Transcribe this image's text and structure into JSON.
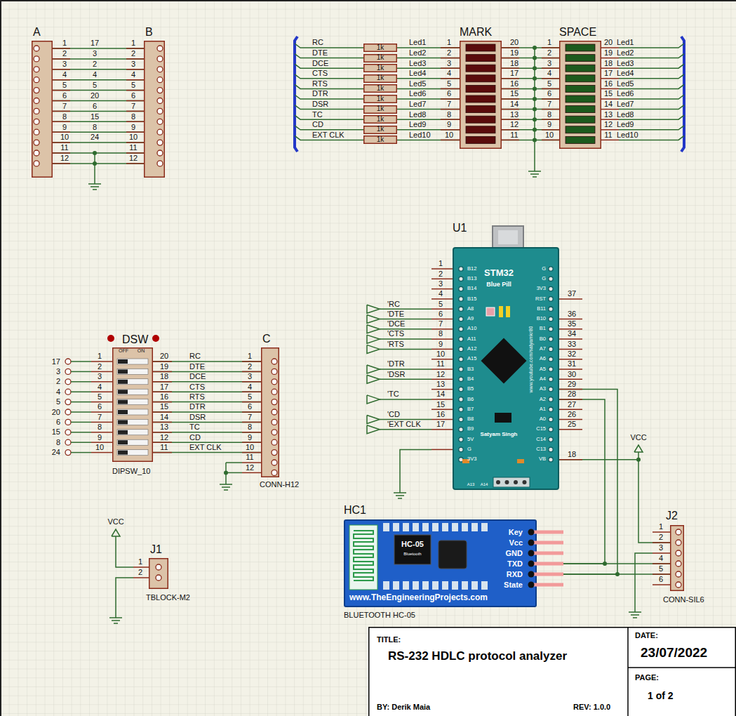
{
  "diagram": {
    "title": "RS-232 HDLC protocol analyzer",
    "nodes": [
      {
        "text": [
          "A"
        ]
      },
      {
        "text": [
          "B"
        ]
      },
      {
        "text": [
          "1k"
        ]
      },
      {
        "text": [
          "1k"
        ]
      },
      {
        "text": [
          "1k"
        ]
      },
      {
        "text": [
          "1k"
        ]
      },
      {
        "text": [
          "1k"
        ]
      },
      {
        "text": [
          "1k"
        ]
      },
      {
        "text": [
          "1k"
        ]
      },
      {
        "text": [
          "1k"
        ]
      },
      {
        "text": [
          "1k"
        ]
      },
      {
        "text": [
          "1k"
        ]
      },
      {
        "text": [
          "MARK"
        ]
      },
      {
        "text": [
          "SPACE"
        ]
      },
      {
        "text": [
          "U1",
          "STM32",
          "Blue Pill",
          "www.youtube.com/satyamkr80",
          "Satyam Singh"
        ]
      },
      {
        "text": [
          "DSW",
          "OFF",
          "ON",
          "DIPSW_10"
        ]
      },
      {
        "text": [
          "C",
          "CONN-H12"
        ]
      },
      {
        "text": [
          "J1",
          "TBLOCK-M2"
        ]
      },
      {
        "text": [
          "HC1",
          "HC-05",
          "Bluetooth",
          "www.TheEngineeringProjects.com",
          "BLUETOOTH HC-05"
        ]
      },
      {
        "text": [
          "J2",
          "CONN-SIL6"
        ]
      },
      {
        "text": [
          "TITLE:",
          "DATE:",
          "23/07/2022",
          "PAGE:",
          "1 of 2",
          "BY: Derik Maia",
          "REV: 1.0.0"
        ]
      }
    ],
    "edges": [
      {
        "from": 0,
        "to": 1,
        "arrow": "none",
        "label": "17"
      },
      {
        "from": 0,
        "to": 1,
        "arrow": "none",
        "label": "3"
      },
      {
        "from": 0,
        "to": 1,
        "arrow": "none",
        "label": "2"
      },
      {
        "from": 0,
        "to": 1,
        "arrow": "none",
        "label": "4"
      },
      {
        "from": 0,
        "to": 1,
        "arrow": "none",
        "label": "5"
      },
      {
        "from": 0,
        "to": 1,
        "arrow": "none",
        "label": "20"
      },
      {
        "from": 0,
        "to": 1,
        "arrow": "none",
        "label": "6"
      },
      {
        "from": 0,
        "to": 1,
        "arrow": "none",
        "label": "15"
      },
      {
        "from": 0,
        "to": 1,
        "arrow": "none",
        "label": "8"
      },
      {
        "from": 0,
        "to": 1,
        "arrow": "none",
        "label": "24"
      },
      {
        "from": 0,
        "to": 1,
        "arrow": "none"
      },
      {
        "from": 0,
        "to": 1,
        "arrow": "none"
      },
      {
        "from": 2,
        "to": 12,
        "arrow": "none",
        "label": "Led1"
      },
      {
        "from": 3,
        "to": 12,
        "arrow": "none",
        "label": "Led2"
      },
      {
        "from": 4,
        "to": 12,
        "arrow": "none",
        "label": "Led3"
      },
      {
        "from": 5,
        "to": 12,
        "arrow": "none",
        "label": "Led4"
      },
      {
        "from": 6,
        "to": 12,
        "arrow": "none",
        "label": "Led5"
      },
      {
        "from": 7,
        "to": 12,
        "arrow": "none",
        "label": "Led6"
      },
      {
        "from": 8,
        "to": 12,
        "arrow": "none",
        "label": "Led7"
      },
      {
        "from": 9,
        "to": 12,
        "arrow": "none",
        "label": "Led8"
      },
      {
        "from": 10,
        "to": 12,
        "arrow": "none",
        "label": "Led9"
      },
      {
        "from": 11,
        "to": 12,
        "arrow": "none",
        "label": "Led10"
      },
      {
        "from": 12,
        "to": 13,
        "arrow": "none"
      },
      {
        "from": 12,
        "to": 13,
        "arrow": "none"
      },
      {
        "from": 12,
        "to": 13,
        "arrow": "none"
      },
      {
        "from": 12,
        "to": 13,
        "arrow": "none"
      },
      {
        "from": 12,
        "to": 13,
        "arrow": "none"
      },
      {
        "from": 12,
        "to": 13,
        "arrow": "none"
      },
      {
        "from": 12,
        "to": 13,
        "arrow": "none"
      },
      {
        "from": 12,
        "to": 13,
        "arrow": "none"
      },
      {
        "from": 12,
        "to": 13,
        "arrow": "none"
      },
      {
        "from": 12,
        "to": 13,
        "arrow": "none"
      },
      {
        "from": 15,
        "to": 16,
        "arrow": "none",
        "label": "RC"
      },
      {
        "from": 15,
        "to": 16,
        "arrow": "none",
        "label": "DTE"
      },
      {
        "from": 15,
        "to": 16,
        "arrow": "none",
        "label": "DCE"
      },
      {
        "from": 15,
        "to": 16,
        "arrow": "none",
        "label": "CTS"
      },
      {
        "from": 15,
        "to": 16,
        "arrow": "none",
        "label": "RTS"
      },
      {
        "from": 15,
        "to": 16,
        "arrow": "none",
        "label": "DTR"
      },
      {
        "from": 15,
        "to": 16,
        "arrow": "none",
        "label": "DSR"
      },
      {
        "from": 15,
        "to": 16,
        "arrow": "none",
        "label": "TC"
      },
      {
        "from": 15,
        "to": 16,
        "arrow": "none",
        "label": "CD"
      },
      {
        "from": 15,
        "to": 16,
        "arrow": "none",
        "label": "EXT CLK"
      },
      {
        "from": 14,
        "to": 18,
        "arrow": "none"
      },
      {
        "from": 14,
        "to": 18,
        "arrow": "none"
      },
      {
        "from": 18,
        "to": 19,
        "arrow": "none"
      },
      {
        "from": 18,
        "to": 19,
        "arrow": "none"
      },
      {
        "from": 14,
        "to": 19,
        "arrow": "none"
      }
    ],
    "labels": [
      "1",
      "2",
      "3",
      "4",
      "5",
      "6",
      "7",
      "8",
      "9",
      "10",
      "11",
      "12",
      "1",
      "2",
      "3",
      "4",
      "5",
      "6",
      "7",
      "8",
      "9",
      "10",
      "11",
      "12",
      "RC",
      "DTE",
      "DCE",
      "CTS",
      "RTS",
      "DTR",
      "DSR",
      "TC",
      "CD",
      "EXT CLK",
      "1",
      "2",
      "3",
      "4",
      "5",
      "6",
      "7",
      "8",
      "9",
      "10",
      "20",
      "19",
      "18",
      "17",
      "16",
      "15",
      "14",
      "13",
      "12",
      "11",
      "1",
      "2",
      "3",
      "4",
      "5",
      "6",
      "7",
      "8",
      "9",
      "10",
      "20",
      "19",
      "18",
      "17",
      "16",
      "15",
      "14",
      "13",
      "12",
      "11",
      "Led1",
      "Led2",
      "Led3",
      "Led4",
      "Led5",
      "Led6",
      "Led7",
      "Led8",
      "Led9",
      "Led10",
      "17",
      "3",
      "2",
      "4",
      "5",
      "20",
      "6",
      "15",
      "8",
      "24",
      "1",
      "2",
      "3",
      "4",
      "5",
      "6",
      "7",
      "8",
      "9",
      "10",
      "20",
      "19",
      "18",
      "17",
      "16",
      "15",
      "14",
      "13",
      "12",
      "11",
      "1",
      "2",
      "3",
      "4",
      "5",
      "6",
      "7",
      "8",
      "9",
      "10",
      "11",
      "12",
      "1",
      "2",
      "3",
      "4",
      "5",
      "6",
      "7",
      "8",
      "9",
      "10",
      "11",
      "12",
      "13",
      "14",
      "15",
      "16",
      "17",
      "37",
      "36",
      "35",
      "34",
      "33",
      "32",
      "31",
      "30",
      "29",
      "28",
      "27",
      "26",
      "25",
      "18",
      "'RC",
      "'DTE",
      "'DCE",
      "'CTS",
      "'RTS",
      "'DTR",
      "'DSR",
      "'TC",
      "'CD",
      "'EXT CLK",
      "B12",
      "B13",
      "B14",
      "B15",
      "A8",
      "A9",
      "A10",
      "A11",
      "A12",
      "A15",
      "B3",
      "B4",
      "B5",
      "B6",
      "B7",
      "B8",
      "B9",
      "5V",
      "G",
      "3V3",
      "G",
      "G",
      "3V3",
      "RST",
      "B11",
      "B10",
      "B1",
      "B0",
      "A7",
      "A6",
      "A5",
      "A4",
      "A3",
      "A2",
      "A1",
      "A0",
      "C15",
      "C14",
      "C13",
      "VB",
      "A13",
      "A14",
      "Key",
      "Vcc",
      "GND",
      "TXD",
      "RXD",
      "State",
      "1",
      "2",
      "3",
      "4",
      "5",
      "6",
      "1",
      "2",
      "VCC",
      "VCC"
    ]
  }
}
